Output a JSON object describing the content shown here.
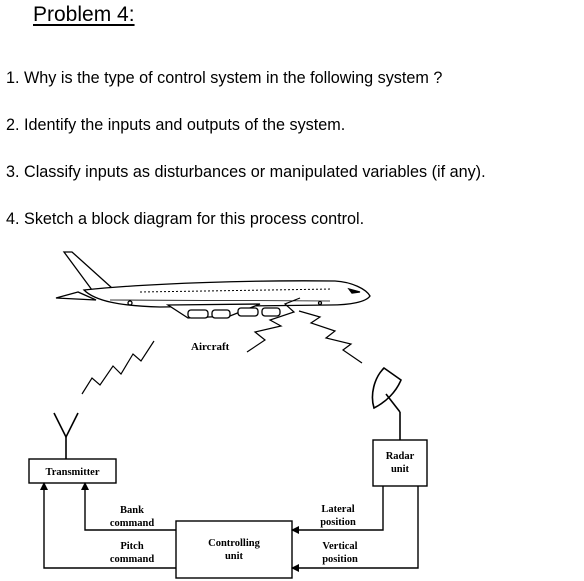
{
  "heading": "Problem 4:",
  "questions": [
    {
      "number": "1.",
      "text": "Why is the type of control system in the following system ?"
    },
    {
      "number": "2.",
      "text": "Identify the inputs and outputs of the system."
    },
    {
      "number": "3.",
      "text": "Classify inputs as disturbances or manipulated variables (if any)."
    },
    {
      "number": "4.",
      "text": "Sketch a block diagram for this process control."
    }
  ],
  "diagram": {
    "aircraft_label": "Aircraft",
    "transmitter_label": "Transmitter",
    "radar_label_line1": "Radar",
    "radar_label_line2": "unit",
    "controller_label_line1": "Controlling",
    "controller_label_line2": "unit",
    "bank_line1": "Bank",
    "bank_line2": "command",
    "pitch_line1": "Pitch",
    "pitch_line2": "command",
    "lateral_line1": "Lateral",
    "lateral_line2": "position",
    "vertical_line1": "Vertical",
    "vertical_line2": "position"
  }
}
